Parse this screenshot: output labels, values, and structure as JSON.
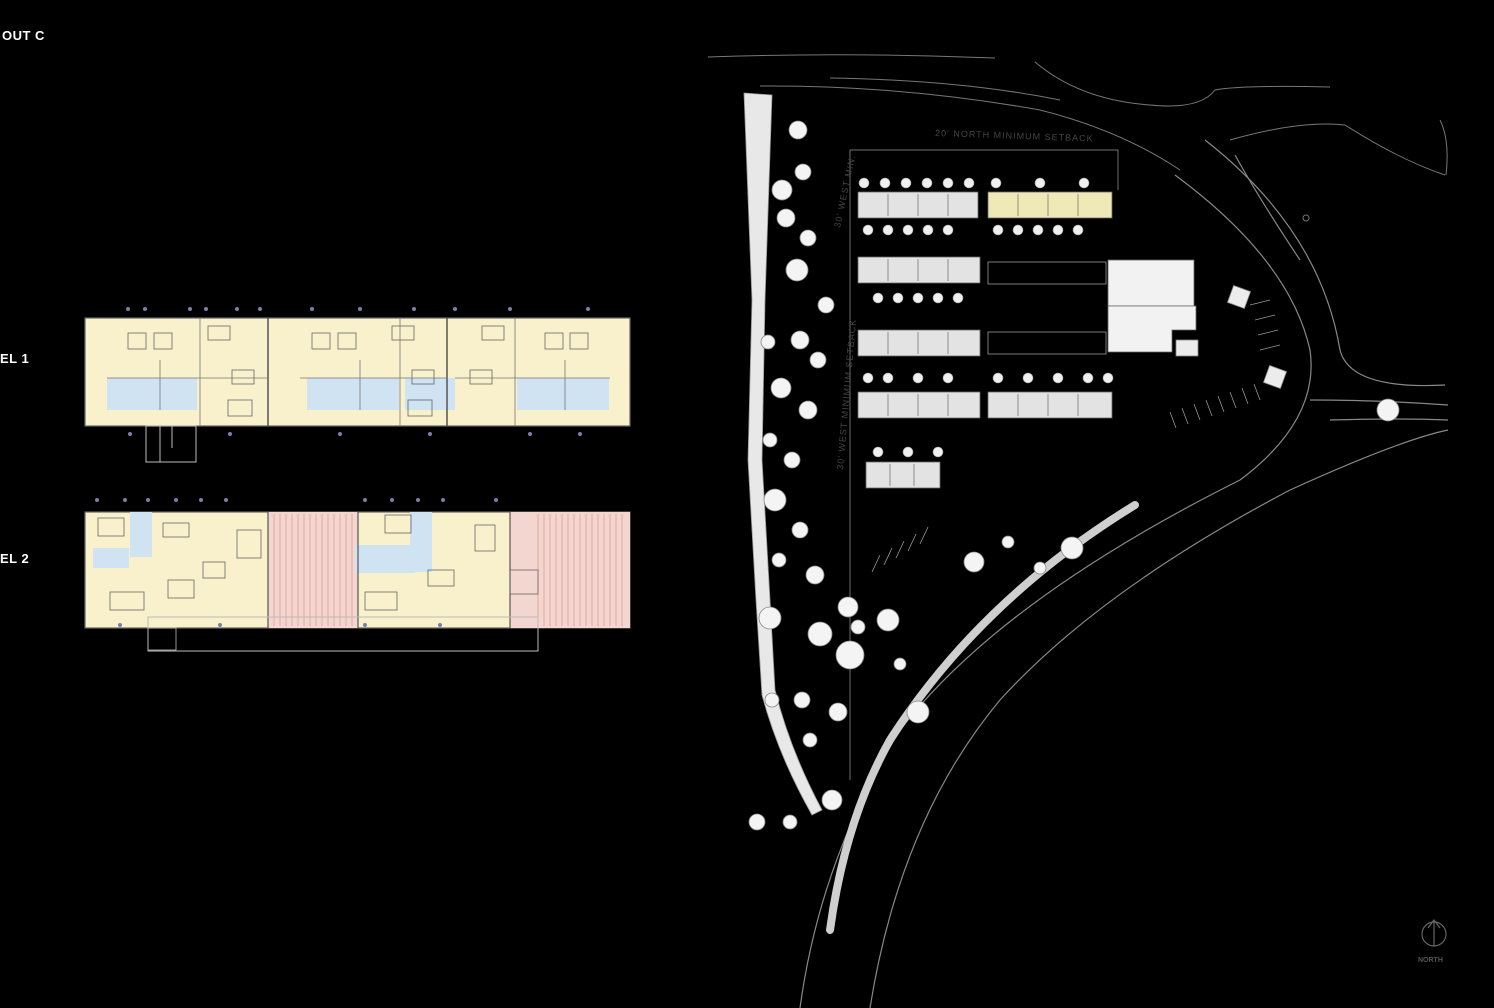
{
  "sheet": {
    "title": "OUT C",
    "level_labels": [
      "EL 1",
      "EL 2"
    ]
  },
  "site_plan": {
    "setback_north": "20' NORTH MINIMUM SETBACK",
    "setback_west": "30' WEST MIN.",
    "setback_west_2": "30' WEST MINIMUM SETBACK",
    "north_label": "NORTH"
  },
  "colors": {
    "background": "#000000",
    "unit_fill": "#f8f1cc",
    "wet_area_fill": "#cfe3f2",
    "deck_fill": "#f3d6cf",
    "deck_line": "#d88a80",
    "linework": "#555555",
    "highlight_building": "#efe9b8"
  }
}
